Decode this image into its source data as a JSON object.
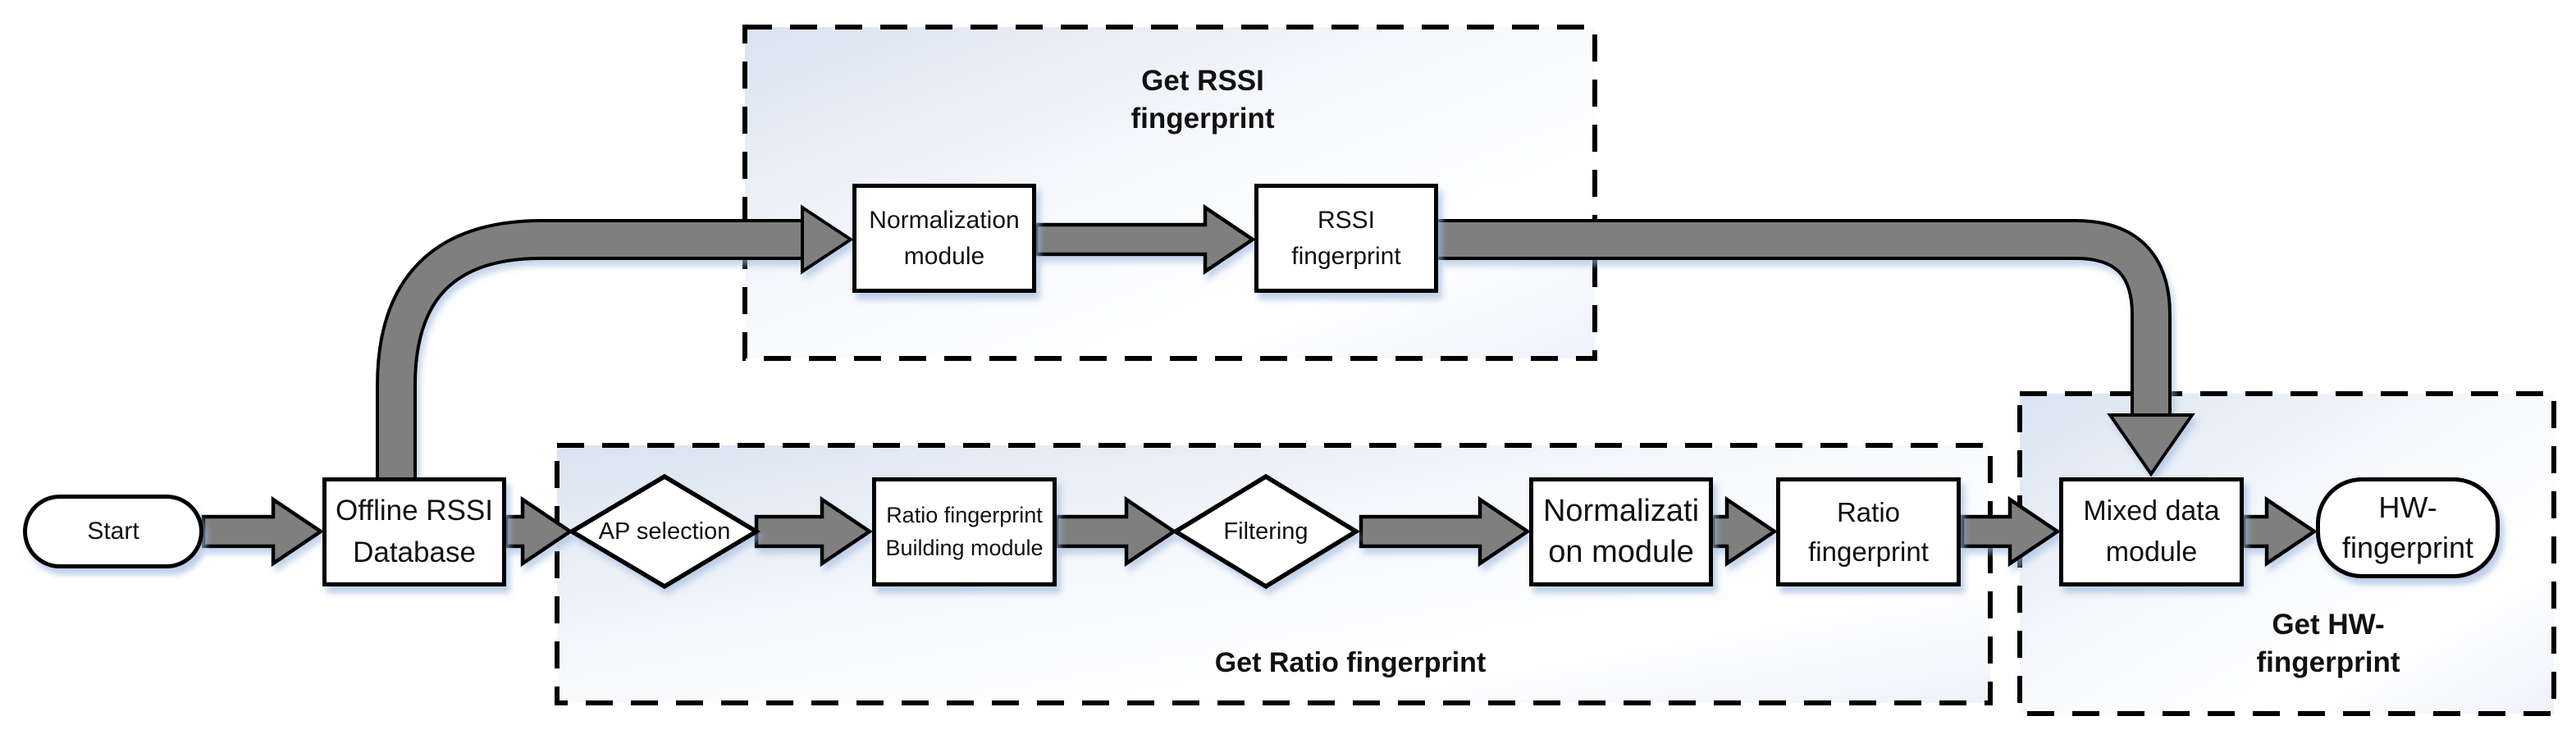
{
  "nodes": {
    "start": {
      "label": "Start"
    },
    "offline_db": {
      "label": "Offline RSSI\nDatabase"
    },
    "normalization_top": {
      "label": "Normalization\nmodule"
    },
    "rssi_fingerprint": {
      "label": "RSSI\nfingerprint"
    },
    "ap_selection": {
      "label": "AP selection"
    },
    "ratio_building": {
      "label": "Ratio fingerprint\nBuilding module"
    },
    "filtering": {
      "label": "Filtering"
    },
    "normalization_bottom": {
      "label": "Normalizati\non module"
    },
    "ratio_fingerprint": {
      "label": "Ratio\nfingerprint"
    },
    "mixed_data": {
      "label": "Mixed data\nmodule"
    },
    "hw_fingerprint": {
      "label": "HW-\nfingerprint"
    }
  },
  "containers": {
    "get_rssi": {
      "label": "Get RSSI\nfingerprint"
    },
    "get_ratio": {
      "label": "Get Ratio fingerprint"
    },
    "get_hw": {
      "label": "Get HW-\nfingerprint"
    }
  },
  "colors": {
    "arrow_fill": "#7f7f7f",
    "outline": "#000000",
    "node_fill": "#ffffff",
    "container_tint": "#dde6f2",
    "shadow": "#9db7dd"
  }
}
